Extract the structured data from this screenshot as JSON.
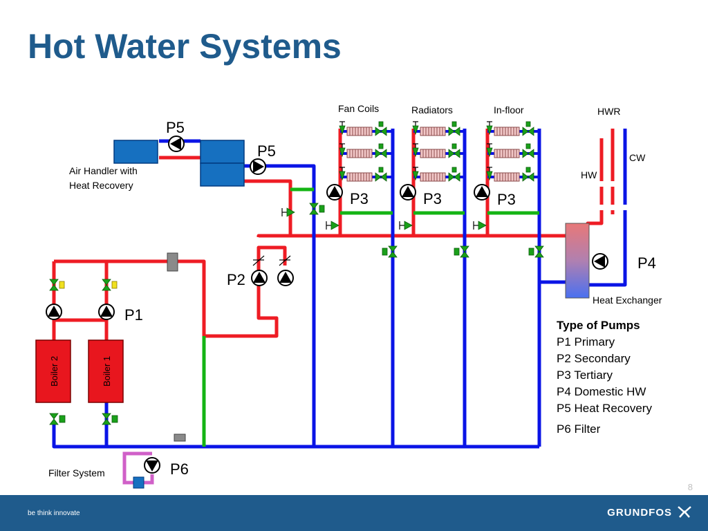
{
  "title": "Hot Water Systems",
  "labels": {
    "fan_coils": "Fan Coils",
    "radiators": "Radiators",
    "in_floor": "In-floor",
    "hwr": "HWR",
    "cw": "CW",
    "hw": "HW",
    "air_handler_line1": "Air Handler with",
    "air_handler_line2": "Heat Recovery",
    "heat_exchanger": "Heat Exchanger",
    "filter_system": "Filter System",
    "boiler_1": "Boiler 1",
    "boiler_2": "Boiler 2"
  },
  "pumps": {
    "p1": "P1",
    "p2": "P2",
    "p3": "P3",
    "p4": "P4",
    "p5": "P5",
    "p6": "P6"
  },
  "legend": {
    "heading": "Type of Pumps",
    "items": [
      "P1 Primary",
      "P2 Secondary",
      "P3 Tertiary",
      "P4 Domestic HW",
      "P5 Heat Recovery",
      "P6 Filter"
    ]
  },
  "page_number": "8",
  "footer": {
    "tagline": "be think innovate",
    "brand": "GRUNDFOS"
  },
  "colors": {
    "supply": "#ee1c24",
    "return": "#0a14e6",
    "bypass": "#14b414",
    "filter_loop": "#d060c8",
    "title": "#1f5b8c",
    "boiler": "#e8161e",
    "air_handler": "#1670c0"
  }
}
